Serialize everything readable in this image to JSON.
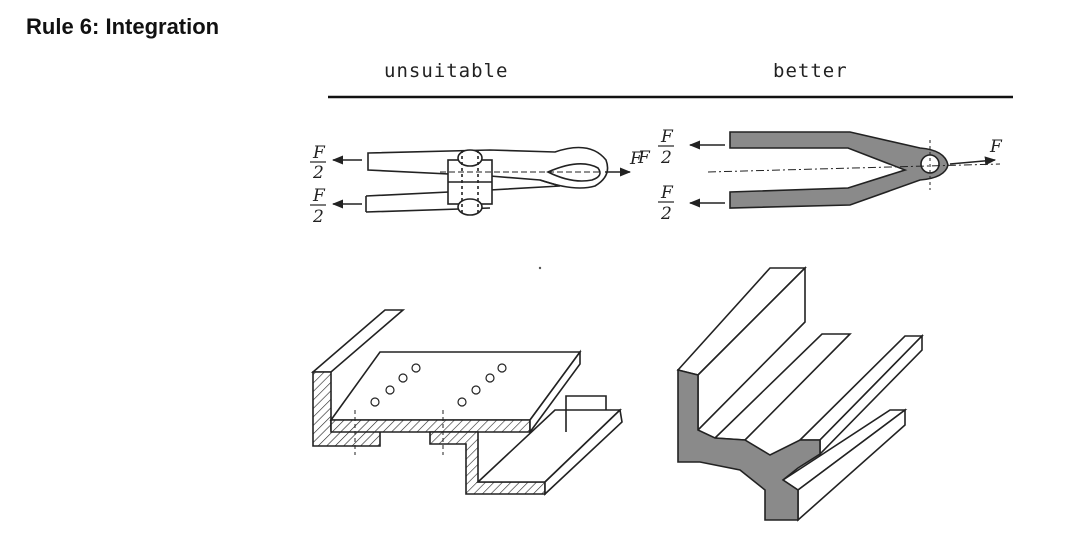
{
  "title": "Rule 6:  Integration",
  "columns": {
    "unsuitable": "unsuitable",
    "better": "better"
  },
  "force": {
    "symbol": "F",
    "half_numerator": "F",
    "half_denominator": "2"
  },
  "colors": {
    "ink": "#222222",
    "solid_fill": "#8a8a8a"
  }
}
